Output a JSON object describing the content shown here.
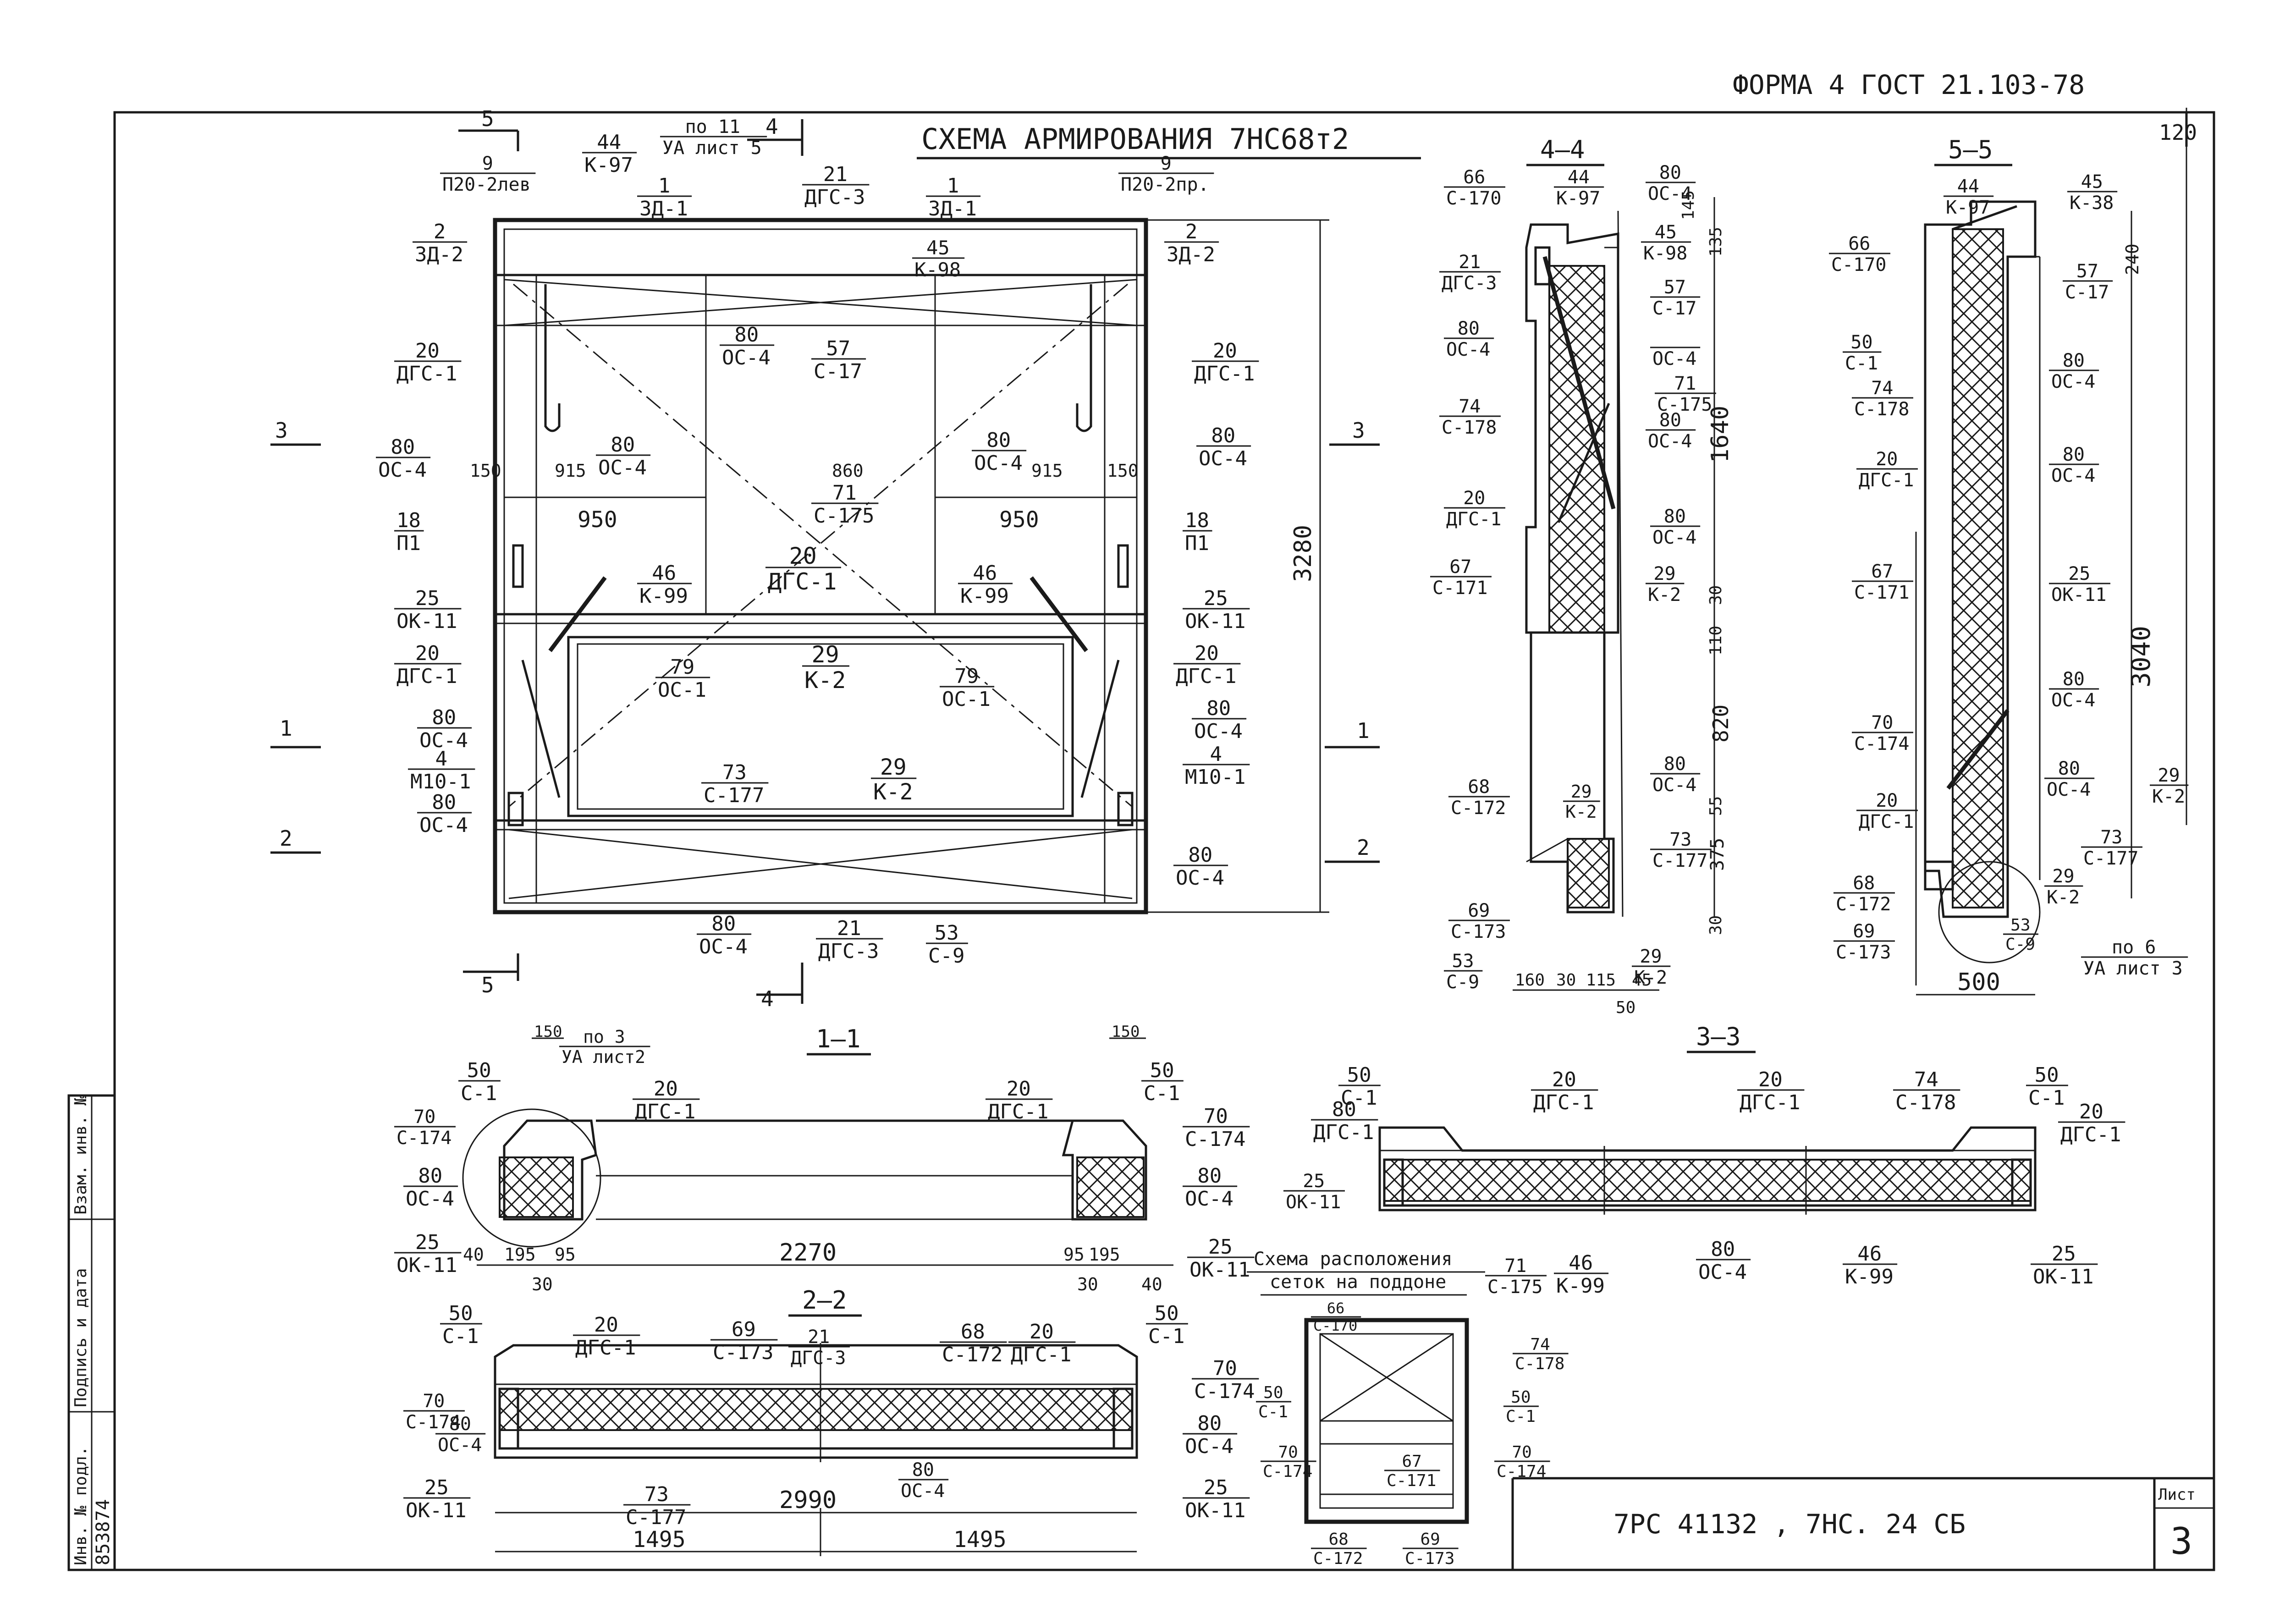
{
  "header": {
    "form_stamp": "ФОРМА 4 ГОСТ 21.103-78",
    "page_number": "120"
  },
  "main_view": {
    "title": "СХЕМА АРМИРОВАНИЯ 7НС68т2",
    "cut_marks": {
      "c5": "5",
      "c4": "4",
      "c3": "3",
      "c1": "1",
      "c2": "2"
    },
    "dims": {
      "height": "3280",
      "d950": "950",
      "d915": "915",
      "d150": "150",
      "d860": "860"
    },
    "labels": {
      "top_44": [
        "44",
        "К-97"
      ],
      "top_po11": [
        "по 11",
        "УА лист 5"
      ],
      "top_1a": [
        "1",
        "ЗД-1"
      ],
      "top_1b": [
        "1",
        "ЗД-1"
      ],
      "top_21": [
        "21",
        "ДГС-3"
      ],
      "top_9l": [
        "9",
        "П20-2лев"
      ],
      "top_9r": [
        "9",
        "П20-2пр."
      ],
      "l_2": [
        "2",
        "ЗД-2"
      ],
      "r_2": [
        "2",
        "ЗД-2"
      ],
      "c_45": [
        "45",
        "К-98"
      ],
      "c_80a": [
        "80",
        "ОС-4"
      ],
      "c_57": [
        "57",
        "С-17"
      ],
      "l_20a": [
        "20",
        "ДГС-1"
      ],
      "r_20a": [
        "20",
        "ДГС-1"
      ],
      "l_80a": [
        "80",
        "ОС-4"
      ],
      "r_80a": [
        "80",
        "ОС-4"
      ],
      "c_80l": [
        "80",
        "ОС-4"
      ],
      "c_80r": [
        "80",
        "ОС-4"
      ],
      "c_71": [
        "71",
        "С-175"
      ],
      "l_18": [
        "18",
        "П1"
      ],
      "r_18": [
        "18",
        "П1"
      ],
      "c_20": [
        "20",
        "ДГС-1"
      ],
      "c_46l": [
        "46",
        "К-99"
      ],
      "c_46r": [
        "46",
        "К-99"
      ],
      "l_25": [
        "25",
        "ОК-11"
      ],
      "r_25": [
        "25",
        "ОК-11"
      ],
      "l_20b": [
        "20",
        "ДГС-1"
      ],
      "r_20b": [
        "20",
        "ДГС-1"
      ],
      "c_29a": [
        "29",
        "К-2"
      ],
      "c_79l": [
        "79",
        "ОС-1"
      ],
      "c_79r": [
        "79",
        "ОС-1"
      ],
      "l_80b": [
        "80",
        "ОС-4"
      ],
      "r_80b": [
        "80",
        "ОС-4"
      ],
      "l_4": [
        "4",
        "М10-1"
      ],
      "r_4": [
        "4",
        "М10-1"
      ],
      "l_80c": [
        "80",
        "ОС-4"
      ],
      "c_73": [
        "73",
        "С-177"
      ],
      "c_29b": [
        "29",
        "К-2"
      ],
      "r_80c": [
        "80",
        "ОС-4"
      ],
      "b_80": [
        "80",
        "ОС-4"
      ],
      "b_21": [
        "21",
        "ДГС-3"
      ],
      "b_53": [
        "53",
        "С-9"
      ]
    }
  },
  "section_4_4": {
    "title": "4—4",
    "dims": {
      "d145": "145",
      "d135": "135",
      "d1640": "1640",
      "d30a": "30",
      "d110": "110",
      "d820": "820",
      "d55": "55",
      "d375": "375",
      "d30b": "30",
      "d160": "160",
      "d30": "30",
      "d115": "115",
      "d45": "45",
      "d50": "50"
    },
    "labels": {
      "l66": [
        "66",
        "С-170"
      ],
      "l44": [
        "44",
        "К-97"
      ],
      "r80a": [
        "80",
        "ОС-4"
      ],
      "r45": [
        "45",
        "К-98"
      ],
      "l21": [
        "21",
        "ДГС-3"
      ],
      "r57": [
        "57",
        "С-17"
      ],
      "r0c4": [
        "",
        "ОС-4"
      ],
      "l80": [
        "80",
        "ОС-4"
      ],
      "r71": [
        "71",
        "С-175"
      ],
      "l74": [
        "74",
        "С-178"
      ],
      "r80b": [
        "80",
        "ОС-4"
      ],
      "l20": [
        "20",
        "ДГС-1"
      ],
      "r80c": [
        "80",
        "ОС-4"
      ],
      "l67": [
        "67",
        "С-171"
      ],
      "r29a": [
        "29",
        "К-2"
      ],
      "l68": [
        "68",
        "С-172"
      ],
      "c29": [
        "29",
        "К-2"
      ],
      "r80d": [
        "80",
        "ОС-4"
      ],
      "r73": [
        "73",
        "С-177"
      ],
      "l69": [
        "69",
        "С-173"
      ],
      "l53": [
        "53",
        "С-9"
      ],
      "r29b": [
        "29",
        "К-2"
      ]
    }
  },
  "section_5_5": {
    "title": "5—5",
    "dims": {
      "d240": "240",
      "d3040": "3040",
      "d500": "500"
    },
    "labels": {
      "t44": [
        "44",
        "К-97"
      ],
      "r45": [
        "45",
        "К-38"
      ],
      "l66": [
        "66",
        "С-170"
      ],
      "r57": [
        "57",
        "С-17"
      ],
      "l50": [
        "50",
        "С-1"
      ],
      "r80a": [
        "80",
        "ОС-4"
      ],
      "l74": [
        "74",
        "С-178"
      ],
      "l20": [
        "20",
        "ДГС-1"
      ],
      "r80b": [
        "80",
        "ОС-4"
      ],
      "l67": [
        "67",
        "С-171"
      ],
      "r25": [
        "25",
        "ОК-11"
      ],
      "r80c": [
        "80",
        "ОС-4"
      ],
      "l70": [
        "70",
        "С-174"
      ],
      "l20b": [
        "20",
        "ДГС-1"
      ],
      "r80d": [
        "80",
        "ОС-4"
      ],
      "r29a": [
        "29",
        "К-2"
      ],
      "r73": [
        "73",
        "С-177"
      ],
      "l68": [
        "68",
        "С-172"
      ],
      "r29b": [
        "29",
        "К-2"
      ],
      "l69": [
        "69",
        "С-173"
      ],
      "c53": [
        "53",
        "С-9"
      ],
      "rpo6": [
        "по 6",
        "УА лист 3"
      ]
    }
  },
  "section_1_1": {
    "title": "1—1",
    "dims": {
      "d150l": "150",
      "d150r": "150",
      "d40l": "40",
      "d195l": "195",
      "d95l": "95",
      "d2270": "2270",
      "d95r": "95",
      "d195r": "195",
      "d30l": "30",
      "d30r": "30",
      "d40r": "40"
    },
    "labels": {
      "lpo3": [
        "по 3",
        "УА лист2"
      ],
      "l50": [
        "50",
        "С-1"
      ],
      "l20": [
        "20",
        "ДГС-1"
      ],
      "l70": [
        "70",
        "С-174"
      ],
      "l80": [
        "80",
        "ОС-4"
      ],
      "l25": [
        "25",
        "ОК-11"
      ],
      "r20": [
        "20",
        "ДГС-1"
      ],
      "r50": [
        "50",
        "С-1"
      ],
      "r70": [
        "70",
        "С-174"
      ],
      "r80": [
        "80",
        "ОС-4"
      ],
      "r25": [
        "25",
        "ОК-11"
      ]
    }
  },
  "section_3_3": {
    "title": "3—3",
    "labels": {
      "l50": [
        "50",
        "С-1"
      ],
      "l80": [
        "80",
        "ДГС-1"
      ],
      "c20a": [
        "20",
        "ДГС-1"
      ],
      "c20b": [
        "20",
        "ДГС-1"
      ],
      "c74": [
        "74",
        "С-178"
      ],
      "r50": [
        "50",
        "С-1"
      ],
      "r20": [
        "20",
        "ДГС-1"
      ],
      "l25": [
        "25",
        "ОК-11"
      ],
      "b71": [
        "71",
        "С-175"
      ],
      "b46l": [
        "46",
        "К-99"
      ],
      "b80": [
        "80",
        "ОС-4"
      ],
      "b46r": [
        "46",
        "К-99"
      ],
      "r25": [
        "25",
        "ОК-11"
      ]
    }
  },
  "section_2_2": {
    "title": "2—2",
    "dims": {
      "d2990": "2990",
      "d1495l": "1495",
      "d1495r": "1495"
    },
    "labels": {
      "l50": [
        "50",
        "С-1"
      ],
      "l20": [
        "20",
        "ДГС-1"
      ],
      "c69": [
        "69",
        "С-173"
      ],
      "c21": [
        "21",
        "ДГС-3"
      ],
      "c68": [
        "68",
        "С-172"
      ],
      "c20": [
        "20",
        "ДГС-1"
      ],
      "r50": [
        "50",
        "С-1"
      ],
      "l70": [
        "70",
        "С-174"
      ],
      "l80": [
        "80",
        "ОС-4"
      ],
      "r70": [
        "70",
        "С-174"
      ],
      "r80": [
        "80",
        "ОС-4"
      ],
      "l25": [
        "25",
        "ОК-11"
      ],
      "l73": [
        "73",
        "С-177"
      ],
      "c80": [
        "80",
        "ОС-4"
      ],
      "r25": [
        "25",
        "ОК-11"
      ]
    }
  },
  "mesh_scheme": {
    "title_line1": "Схема расположения",
    "title_line2": "сеток на поддоне",
    "labels": {
      "t66": [
        "66",
        "С-170"
      ],
      "r74": [
        "74",
        "С-178"
      ],
      "l50": [
        "50",
        "С-1"
      ],
      "r50": [
        "50",
        "С-1"
      ],
      "c67": [
        "67",
        "С-171"
      ],
      "l70": [
        "70",
        "С-174"
      ],
      "r70": [
        "70",
        "С-174"
      ],
      "b68": [
        "68",
        "С-172"
      ],
      "b69": [
        "69",
        "С-173"
      ]
    }
  },
  "stamp": {
    "designation": "7РС 41132 , 7НС. 24 СБ",
    "sheet_label": "Лист",
    "sheet_number": "3",
    "side_cells": [
      "Инв. № подл.",
      "Подпись и дата",
      "Взам. инв. №"
    ],
    "inventory_value": "853874"
  }
}
